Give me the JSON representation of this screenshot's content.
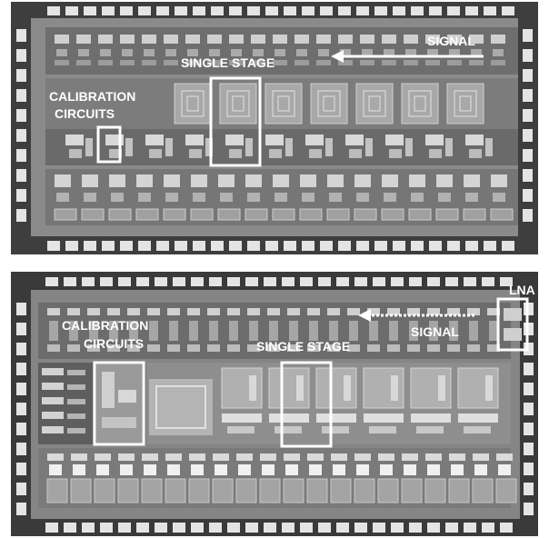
{
  "top_chip": {
    "signal_label": "SIGNAL",
    "stage_label": "SINGLE STAGE",
    "calibration_line1": "CALIBRATION",
    "calibration_line2": "CIRCUITS"
  },
  "bottom_chip": {
    "lna_label": "LNA",
    "signal_label": "SIGNAL",
    "stage_label": "SINGLE STAGE",
    "calibration_line1": "CALIBRATION",
    "calibration_line2": "CIRCUITS"
  },
  "colors": {
    "die_dark": "#4a4a4a",
    "die_mid": "#7a7a7a",
    "pad": "#e6e6e6",
    "highlight": "#ffffff"
  }
}
